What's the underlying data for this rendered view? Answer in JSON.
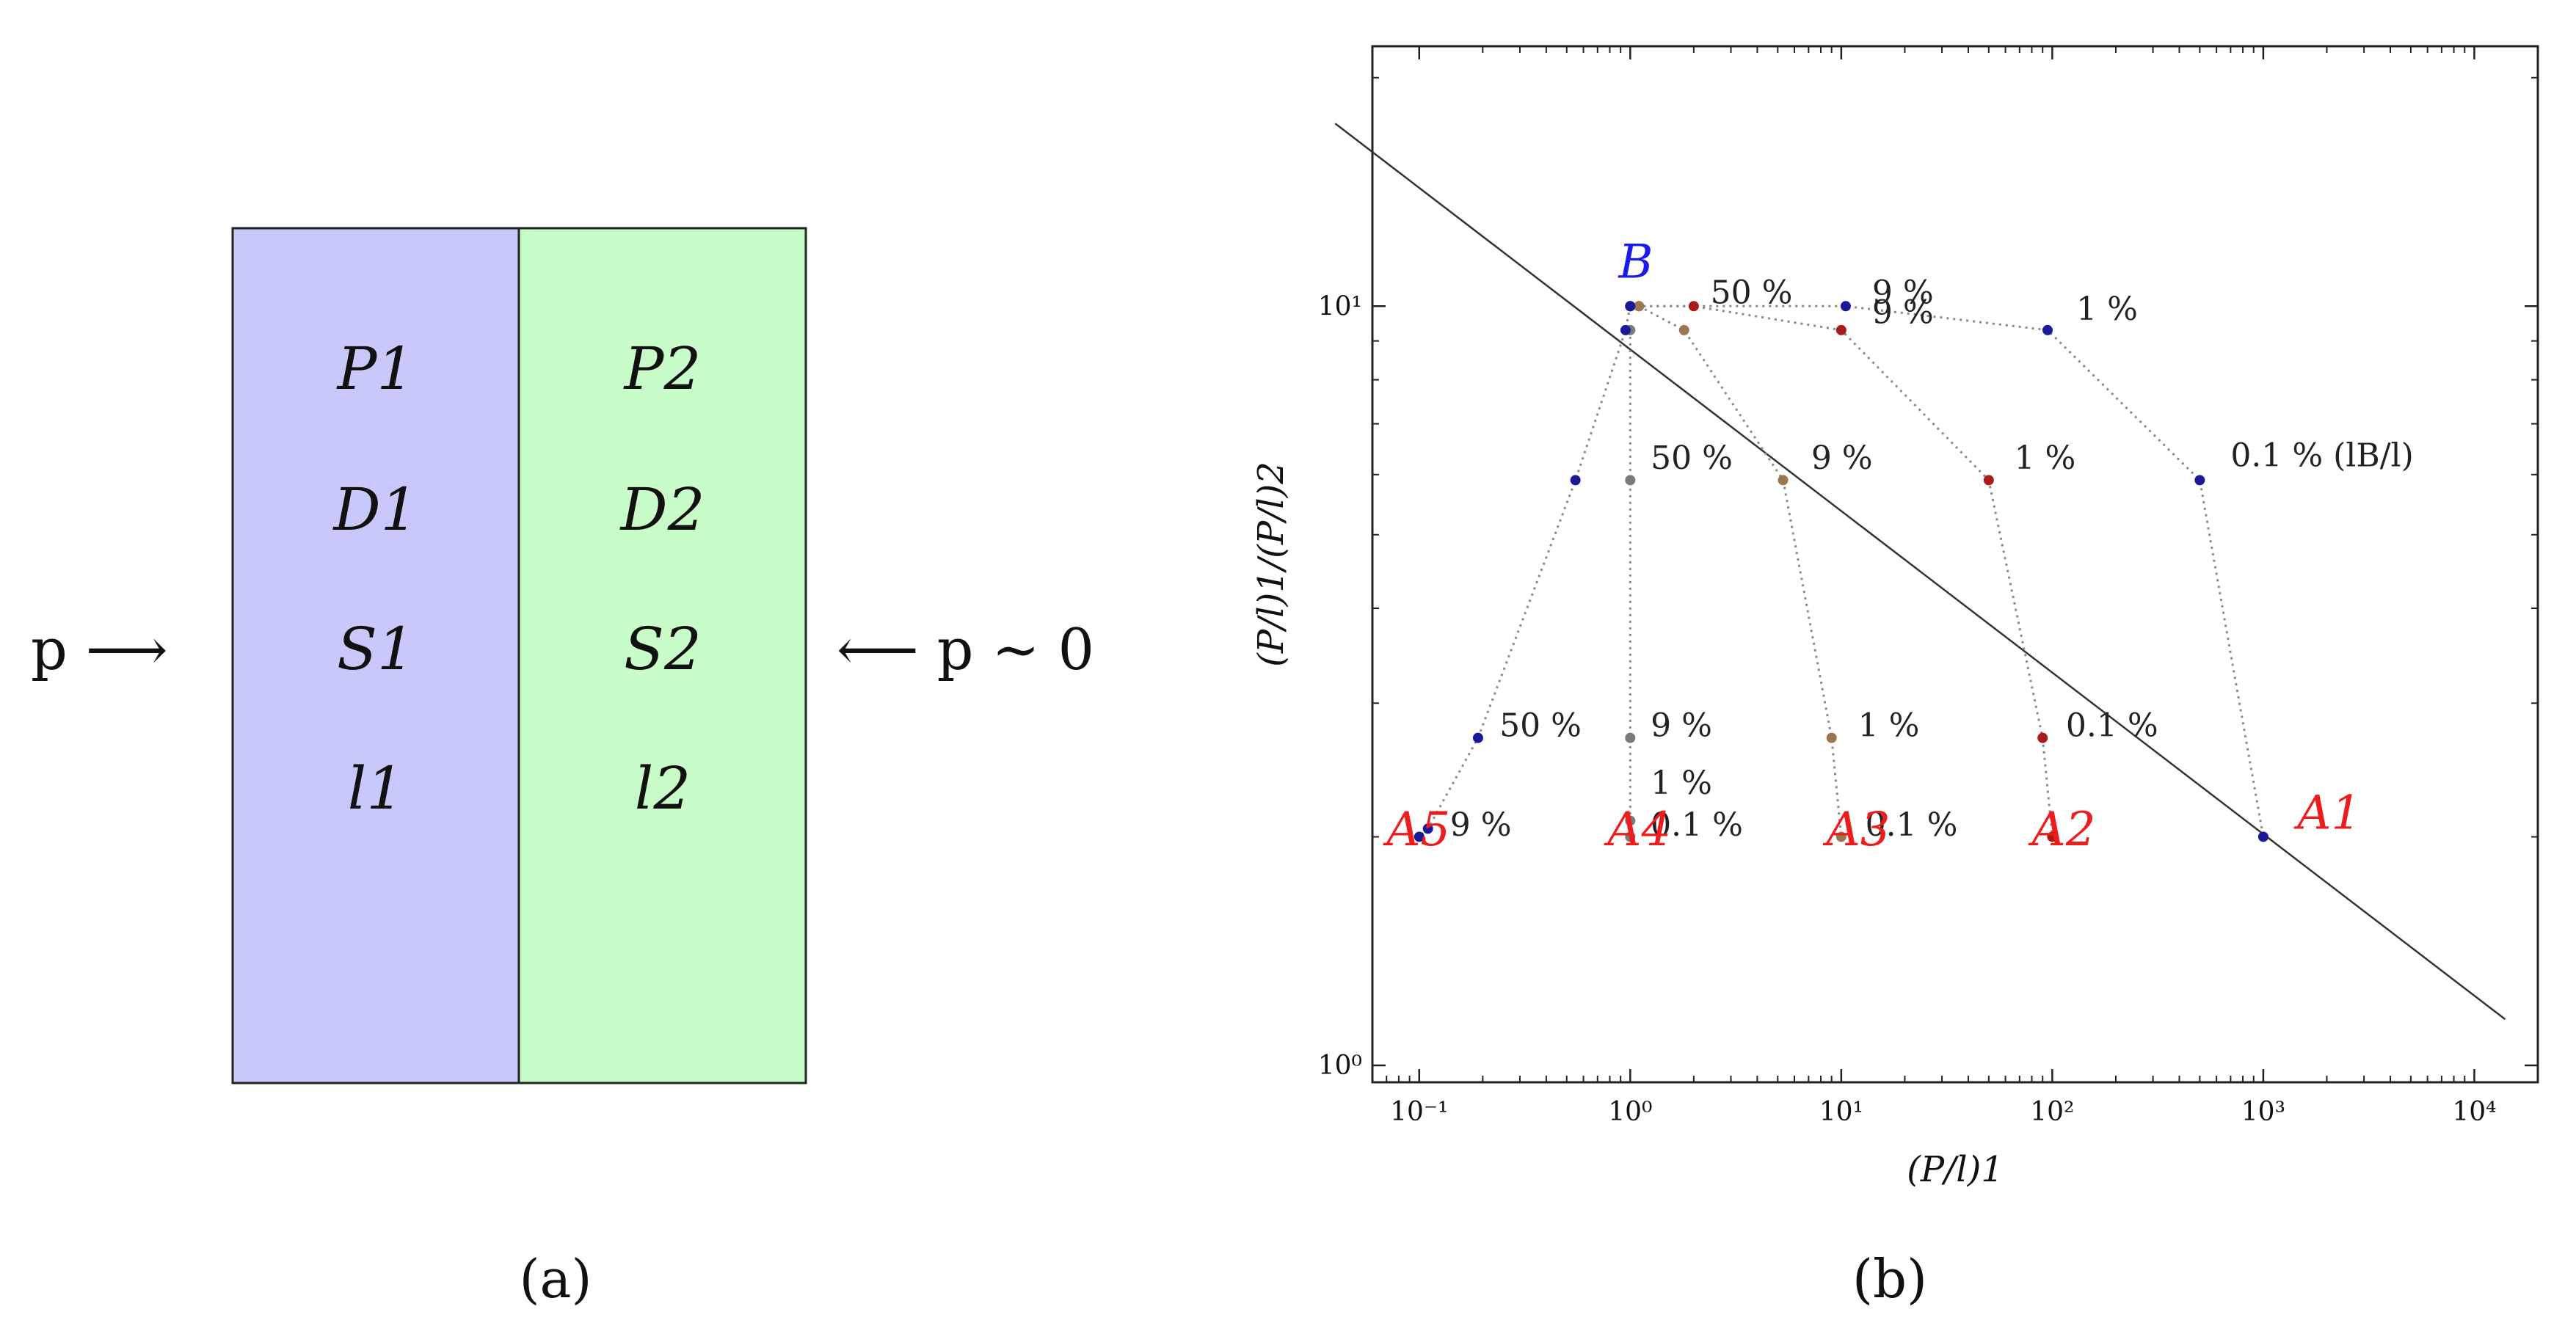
{
  "panel_a": {
    "caption": "(a)",
    "left_arrow_label": "p ⟶",
    "right_arrow_label": "⟵ p ∼ 0",
    "layer1": {
      "color": "#c8c8fb",
      "props": [
        "P1",
        "D1",
        "S1",
        "l1"
      ]
    },
    "layer2": {
      "color": "#c8fcc8",
      "props": [
        "P2",
        "D2",
        "S2",
        "l2"
      ]
    }
  },
  "panel_b": {
    "caption": "(b)"
  },
  "chart_data": {
    "type": "scatter",
    "title": "",
    "xlabel": "(P/l)1",
    "ylabel": "(P/l)1/(P/l)2",
    "x_scale": "log",
    "y_scale": "log",
    "xlim": [
      0.06,
      20000
    ],
    "ylim": [
      0.95,
      22
    ],
    "x_ticks": [
      0.1,
      1,
      10,
      100,
      1000,
      10000
    ],
    "x_tick_labels": [
      "10⁻¹",
      "10⁰",
      "10¹",
      "10²",
      "10³",
      "10⁴"
    ],
    "y_ticks": [
      1,
      10
    ],
    "y_tick_labels": [
      "10⁰",
      "10¹"
    ],
    "grid": false,
    "reference_line": {
      "x": [
        0.04,
        14000
      ],
      "y": [
        17.4,
        1.15
      ],
      "color": "#333333"
    },
    "point_labels": [
      {
        "text": "B",
        "x": 0.88,
        "y": 10.9,
        "color": "#1a1aee",
        "size": "large"
      },
      {
        "text": "A1",
        "x": 1450,
        "y": 2.05,
        "color": "#ee1c1c",
        "size": "large"
      },
      {
        "text": "A2",
        "x": 80,
        "y": 1.95,
        "color": "#ee1c1c",
        "size": "large"
      },
      {
        "text": "A3",
        "x": 8.5,
        "y": 1.95,
        "color": "#ee1c1c",
        "size": "large"
      },
      {
        "text": "A4",
        "x": 0.78,
        "y": 1.95,
        "color": "#ee1c1c",
        "size": "large"
      },
      {
        "text": "A5",
        "x": 0.07,
        "y": 1.95,
        "color": "#ee1c1c",
        "size": "large"
      }
    ],
    "series": [
      {
        "color": "#1a1a99",
        "points": [
          [
            1,
            10
          ],
          [
            10.5,
            10
          ],
          [
            95,
            9.3
          ],
          [
            500,
            5.9
          ],
          [
            1000,
            2.0
          ]
        ],
        "labels": [
          {
            "text": "50 %",
            "x": 2.4,
            "y": 10.4
          },
          {
            "text": "9 %",
            "x": 14,
            "y": 10.4
          },
          {
            "text": "1 %",
            "x": 130,
            "y": 9.9
          },
          {
            "text": "0.1 % (lB/l)",
            "x": 700,
            "y": 6.35
          }
        ]
      },
      {
        "color": "#aa1a1a",
        "points": [
          [
            1,
            10
          ],
          [
            1.1,
            10
          ],
          [
            2,
            10
          ],
          [
            10,
            9.3
          ],
          [
            50,
            5.9
          ],
          [
            90,
            2.7
          ],
          [
            100,
            2.0
          ]
        ],
        "labels": [
          {
            "text": "9 %",
            "x": 14,
            "y": 9.8
          },
          {
            "text": "1 %",
            "x": 66,
            "y": 6.3
          },
          {
            "text": "0.1 %",
            "x": 116,
            "y": 2.8
          }
        ]
      },
      {
        "color": "#9b7653",
        "points": [
          [
            1.1,
            10
          ],
          [
            1.8,
            9.3
          ],
          [
            5.3,
            5.9
          ],
          [
            9,
            2.7
          ],
          [
            10,
            2.0
          ]
        ],
        "labels": [
          {
            "text": "9 %",
            "x": 7.2,
            "y": 6.3
          },
          {
            "text": "1 %",
            "x": 12,
            "y": 2.8
          },
          {
            "text": "0.1 %",
            "x": 13,
            "y": 2.07
          }
        ]
      },
      {
        "color": "#7a7a7a",
        "points": [
          [
            1,
            9.3
          ],
          [
            1,
            5.9
          ],
          [
            1,
            2.7
          ],
          [
            1,
            2.1
          ],
          [
            1,
            2.0
          ]
        ],
        "labels": [
          {
            "text": "50 %",
            "x": 1.25,
            "y": 6.3
          },
          {
            "text": "9 %",
            "x": 1.25,
            "y": 2.8
          },
          {
            "text": "1 %",
            "x": 1.25,
            "y": 2.35
          },
          {
            "text": "0.1 %",
            "x": 1.25,
            "y": 2.07
          }
        ]
      },
      {
        "color": "#1a1a99",
        "points": [
          [
            1,
            10
          ],
          [
            0.95,
            9.3
          ],
          [
            0.55,
            5.9
          ],
          [
            0.19,
            2.7
          ],
          [
            0.11,
            2.05
          ],
          [
            0.1,
            2.0
          ]
        ],
        "labels": [
          {
            "text": "50 %",
            "x": 0.24,
            "y": 2.8
          },
          {
            "text": "9 %",
            "x": 0.14,
            "y": 2.07
          }
        ]
      }
    ]
  }
}
